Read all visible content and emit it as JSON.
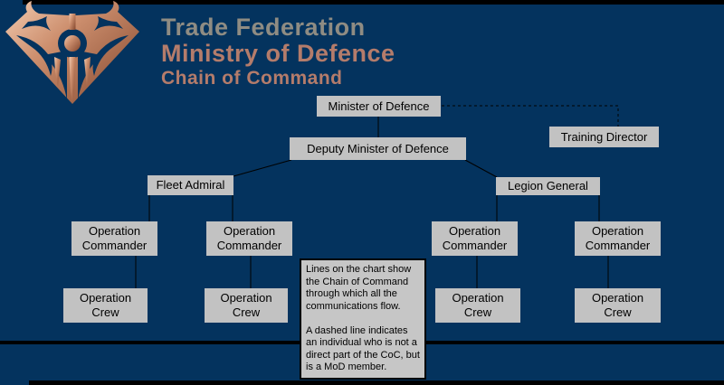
{
  "title_block": {
    "organization": "Trade Federation",
    "department": "Ministry of Defence",
    "subtitle": "Chain of Command"
  },
  "logo": {
    "icon": "trade-federation-emblem-icon"
  },
  "chart": {
    "type": "org-chart",
    "nodes": {
      "minister": {
        "label": "Minister of Defence"
      },
      "training_director": {
        "label": "Training Director"
      },
      "deputy_minister": {
        "label": "Deputy Minister of Defence"
      },
      "fleet_admiral": {
        "label": "Fleet Admiral"
      },
      "legion_general": {
        "label": "Legion General"
      },
      "operation_commander_1": {
        "label": "Operation Commander"
      },
      "operation_commander_2": {
        "label": "Operation Commander"
      },
      "operation_commander_3": {
        "label": "Operation Commander"
      },
      "operation_commander_4": {
        "label": "Operation Commander"
      },
      "operation_crew_1": {
        "label": "Operation Crew"
      },
      "operation_crew_2": {
        "label": "Operation Crew"
      },
      "operation_crew_3": {
        "label": "Operation Crew"
      },
      "operation_crew_4": {
        "label": "Operation Crew"
      }
    },
    "edges": [
      {
        "from": "minister",
        "to": "deputy_minister",
        "style": "solid"
      },
      {
        "from": "minister",
        "to": "training_director",
        "style": "dashed"
      },
      {
        "from": "deputy_minister",
        "to": "fleet_admiral",
        "style": "solid"
      },
      {
        "from": "deputy_minister",
        "to": "legion_general",
        "style": "solid"
      },
      {
        "from": "fleet_admiral",
        "to": "operation_commander_1",
        "style": "solid"
      },
      {
        "from": "fleet_admiral",
        "to": "operation_commander_2",
        "style": "solid"
      },
      {
        "from": "legion_general",
        "to": "operation_commander_3",
        "style": "solid"
      },
      {
        "from": "legion_general",
        "to": "operation_commander_4",
        "style": "solid"
      },
      {
        "from": "operation_commander_1",
        "to": "operation_crew_1",
        "style": "solid"
      },
      {
        "from": "operation_commander_2",
        "to": "operation_crew_2",
        "style": "solid"
      },
      {
        "from": "operation_commander_3",
        "to": "operation_crew_3",
        "style": "solid"
      },
      {
        "from": "operation_commander_4",
        "to": "operation_crew_4",
        "style": "solid"
      }
    ]
  },
  "note": {
    "paragraphs": [
      "Lines on the chart show the Chain of Command through which all the communications flow.",
      "A dashed line indicates an individual who is not a direct part of the CoC, but is a MoD member."
    ]
  },
  "colors": {
    "background": "#04335e",
    "node_fill": "#c2c2c2",
    "node_text": "#000000",
    "line": "#000000",
    "title_primary": "#8f8c83",
    "title_accent": "#b47c6b",
    "logo_copper_light": "#f2cbb0",
    "logo_copper_dark": "#8a4d33"
  }
}
